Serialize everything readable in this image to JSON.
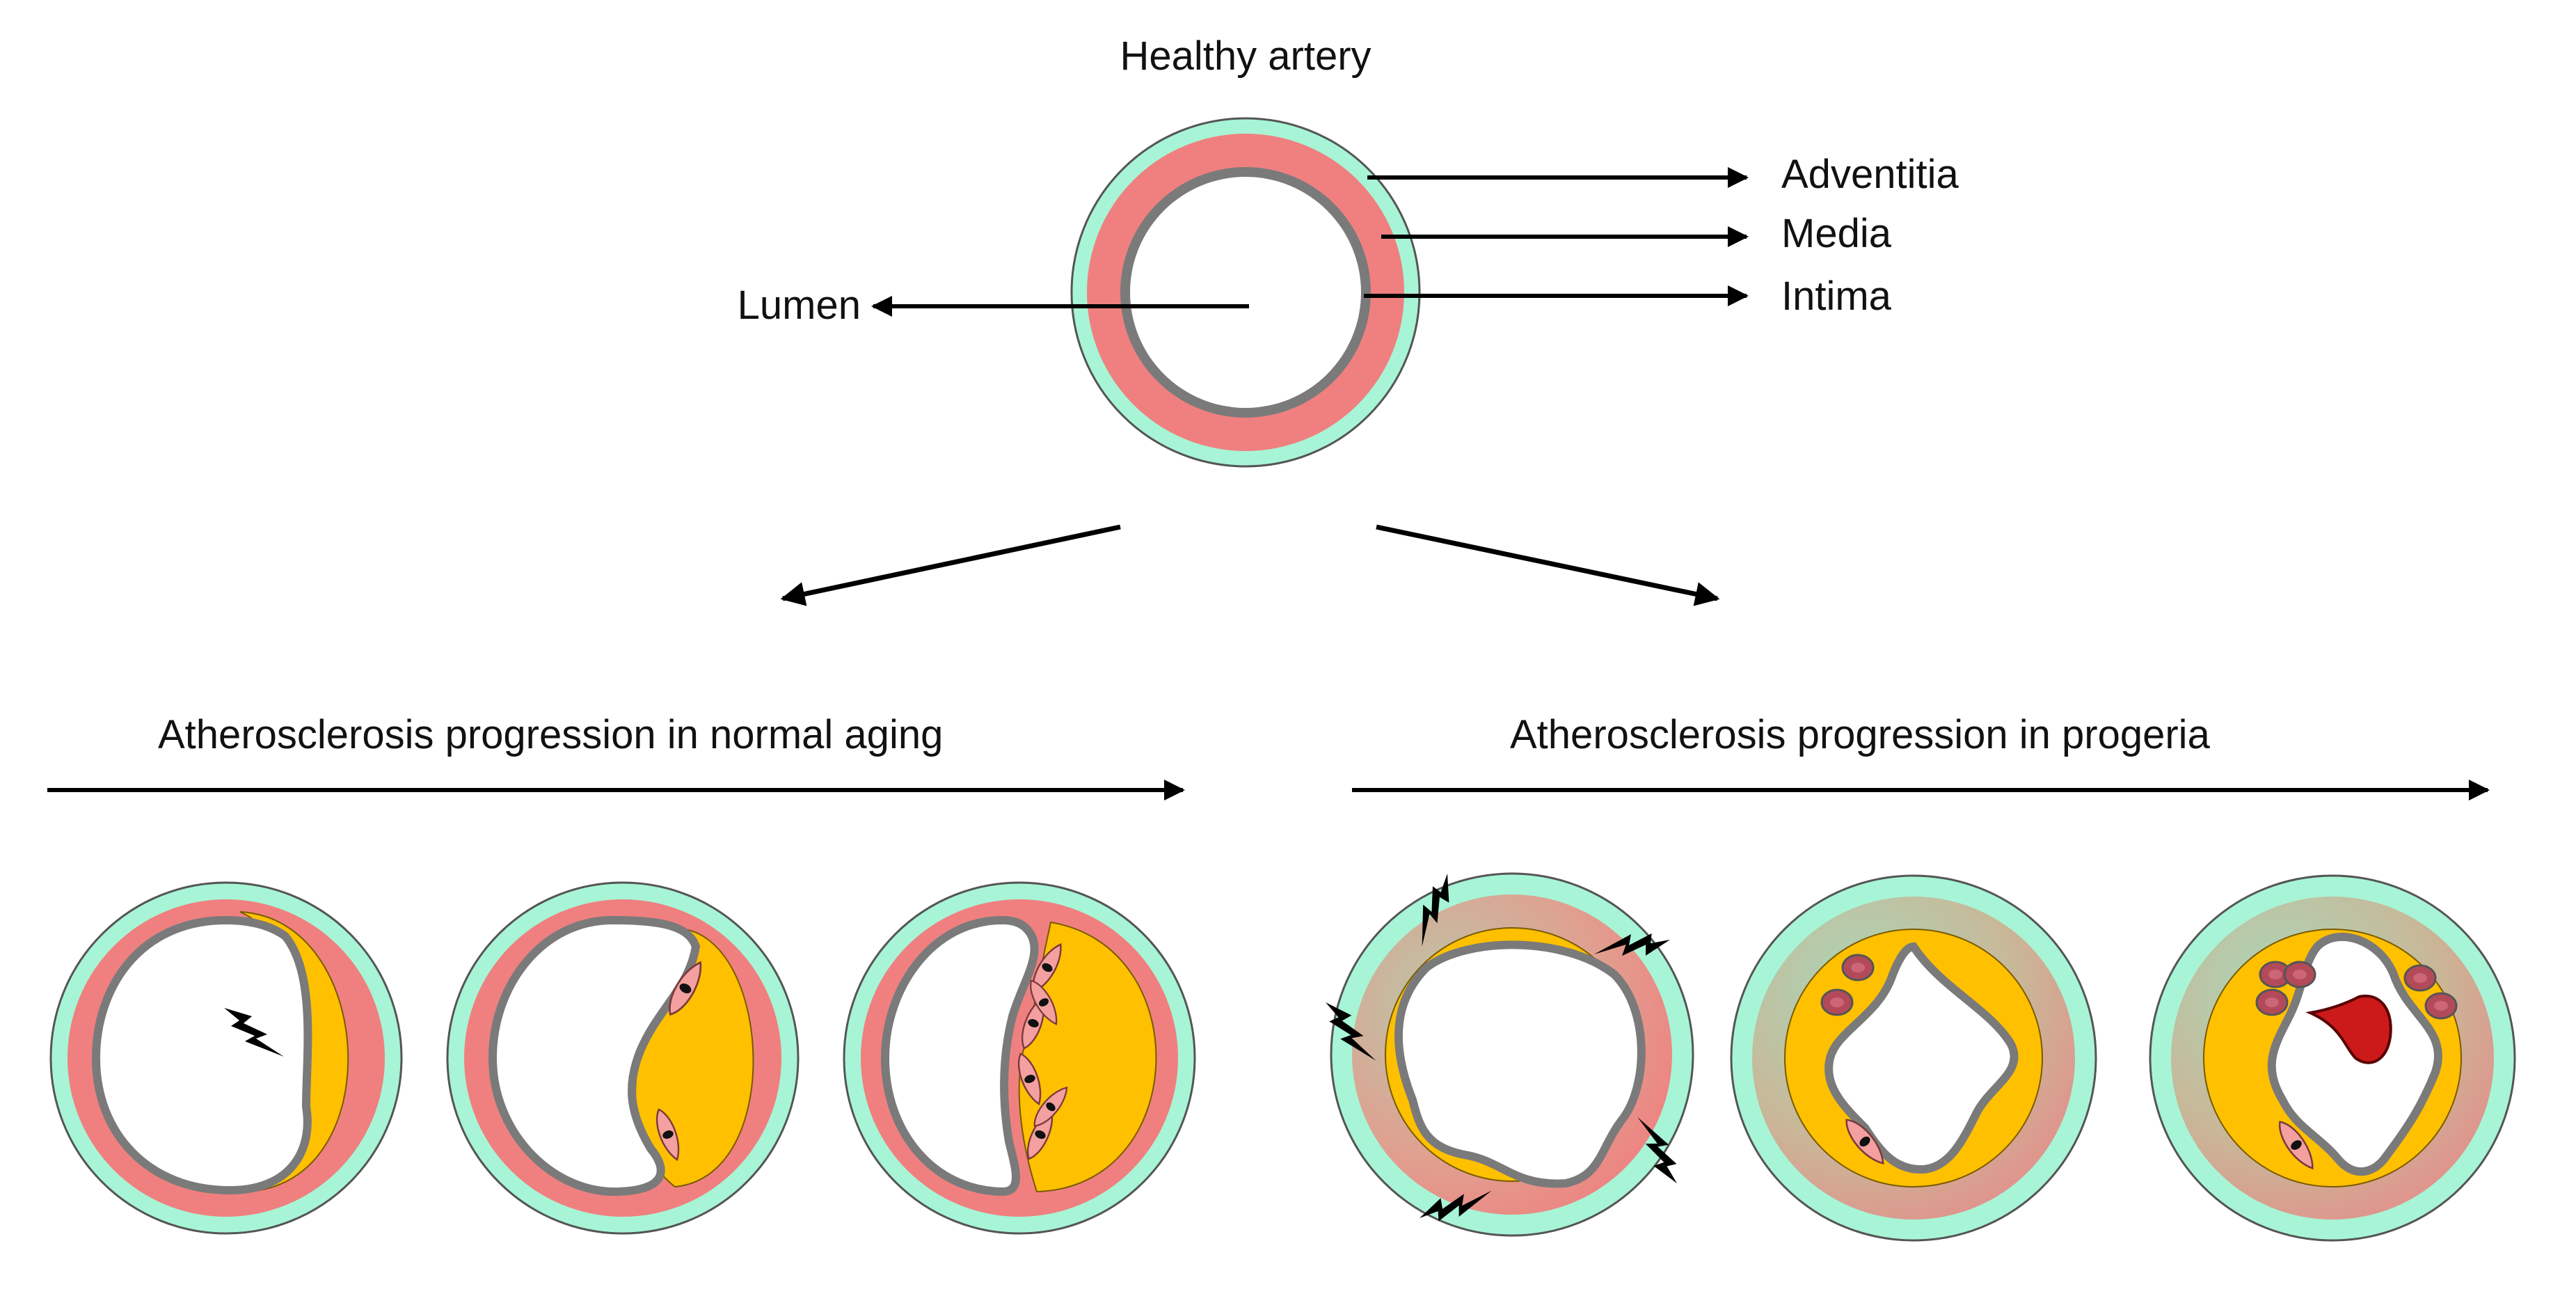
{
  "title": "Healthy artery",
  "labels": {
    "adventitia": "Adventitia",
    "media": "Media",
    "intima": "Intima",
    "lumen": "Lumen"
  },
  "sections": {
    "normal": "Atherosclerosis progression in normal aging",
    "progeria": "Atherosclerosis progression in progeria"
  },
  "colors": {
    "adventitia": "#a7f5d6",
    "media": "#f08080",
    "intima": "#7a7a7a",
    "plaque": "#ffc000",
    "cell": "#f4a0a0",
    "cell_nucleus": "#111111",
    "thrombus": "#cc1a1a",
    "foam_cell": "#b24a5a",
    "lightning": "#000000"
  },
  "icons": [
    "lightning-bolt-icon",
    "smooth-muscle-cell-icon",
    "foam-cell-icon",
    "thrombus-icon"
  ]
}
